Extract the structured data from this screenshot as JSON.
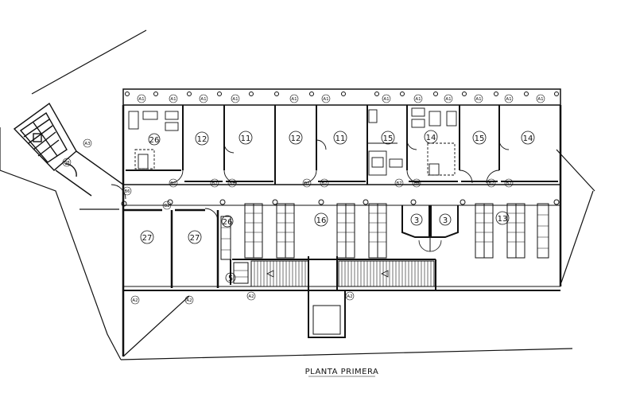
{
  "plan": {
    "caption": "PLANTA PRIMERA",
    "rooms": {
      "r26a": "26",
      "r12a": "12",
      "r11a": "11",
      "r12b": "12",
      "r11b": "11",
      "r15a": "15",
      "r14a": "14",
      "r15b": "15",
      "r14b": "14",
      "r16": "16",
      "r3a": "3",
      "r3b": "3",
      "r13": "13",
      "r27a": "27",
      "r27b": "27",
      "r26b": "26",
      "r5": "5"
    },
    "tags": {
      "a1": "A1",
      "b7": "B7",
      "b6": "B6",
      "b8": "B8",
      "b2": "B2",
      "a2": "A2",
      "a3": "A3"
    }
  }
}
